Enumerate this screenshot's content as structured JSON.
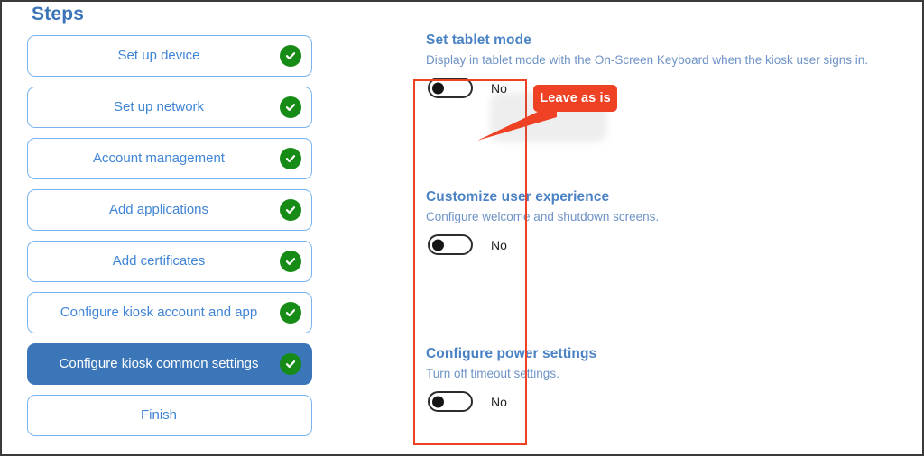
{
  "steps": {
    "title": "Steps",
    "items": [
      {
        "label": "Set up device",
        "completed": true,
        "selected": false
      },
      {
        "label": "Set up network",
        "completed": true,
        "selected": false
      },
      {
        "label": "Account management",
        "completed": true,
        "selected": false
      },
      {
        "label": "Add applications",
        "completed": true,
        "selected": false
      },
      {
        "label": "Add certificates",
        "completed": true,
        "selected": false
      },
      {
        "label": "Configure kiosk account and app",
        "completed": true,
        "selected": false
      },
      {
        "label": "Configure kiosk common settings",
        "completed": true,
        "selected": true
      },
      {
        "label": "Finish",
        "completed": false,
        "selected": false
      }
    ]
  },
  "settings": {
    "sections": [
      {
        "title": "Set tablet mode",
        "description": "Display in tablet mode with the On-Screen Keyboard when the kiosk user signs in.",
        "toggle_value": "No",
        "toggle_state": "off"
      },
      {
        "title": "Customize user experience",
        "description": "Configure welcome and shutdown screens.",
        "toggle_value": "No",
        "toggle_state": "off"
      },
      {
        "title": "Configure power settings",
        "description": "Turn off timeout settings.",
        "toggle_value": "No",
        "toggle_state": "off"
      }
    ]
  },
  "annotation": {
    "callout_text": "Leave as is",
    "callout_color": "#EF4123",
    "highlight_border_color": "#EF4123"
  },
  "colors": {
    "step_border": "#79B4EE",
    "step_text": "#3F84D6",
    "step_selected_bg": "#3B76B8",
    "heading_blue": "#3B74B9",
    "section_title": "#4A82C4",
    "section_desc": "#6E93C6",
    "check_green": "#168C16",
    "toggle_value_text": "#1F1F1F"
  }
}
